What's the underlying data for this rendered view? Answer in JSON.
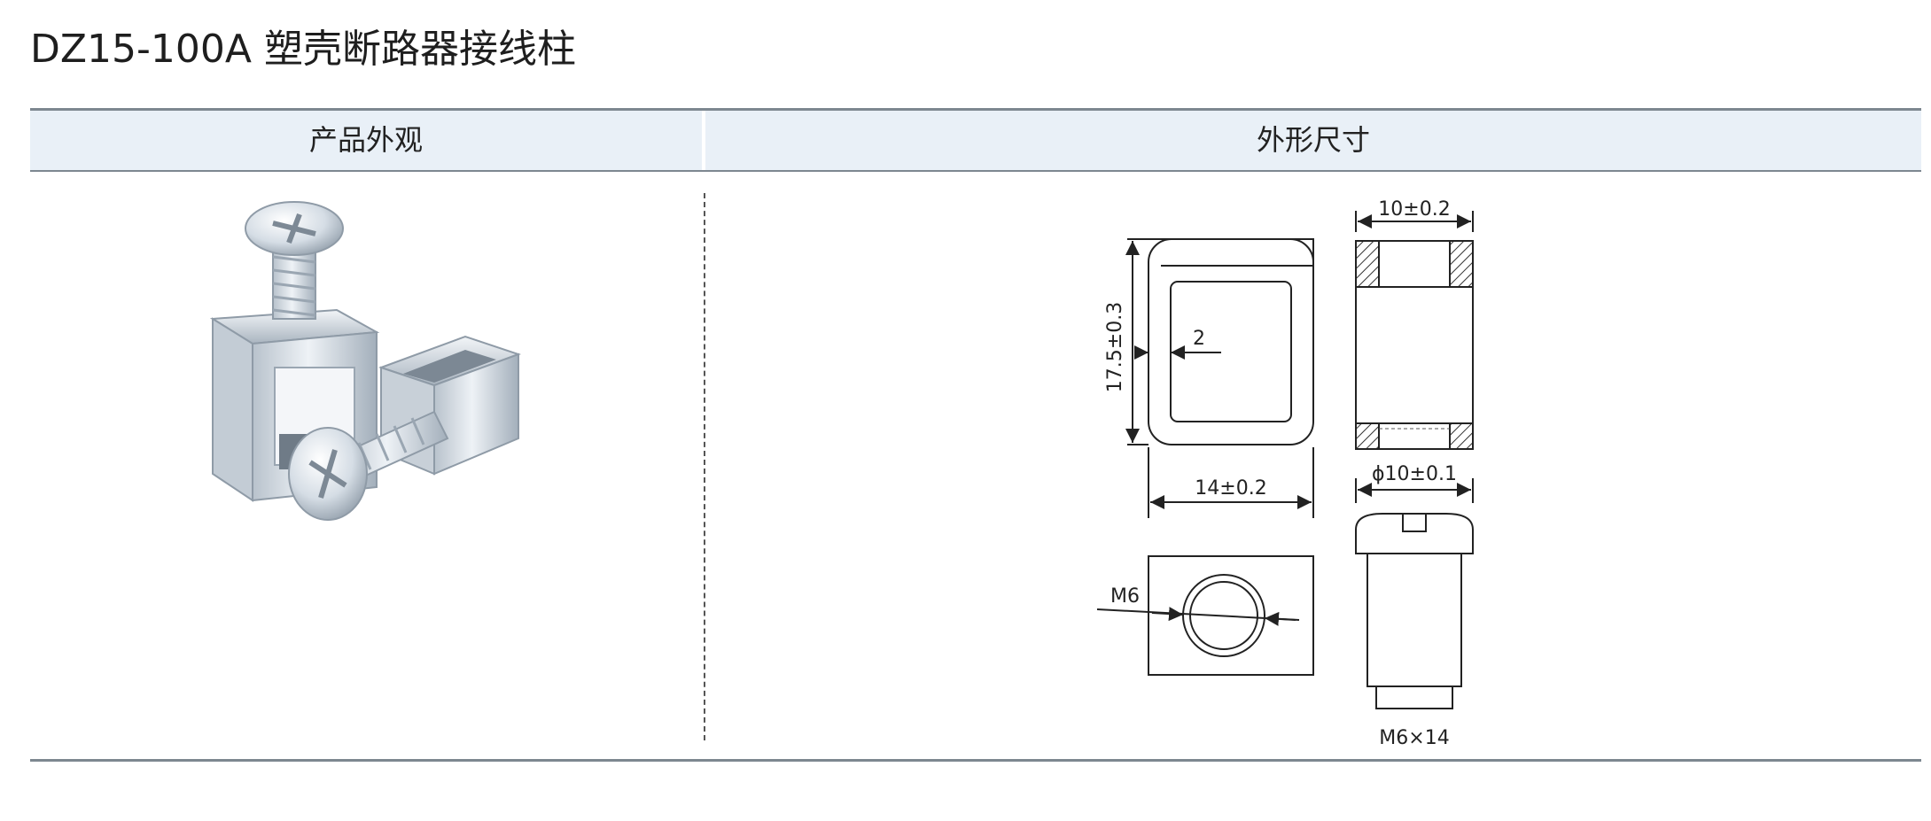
{
  "page": {
    "title": "DZ15-100A 塑壳断路器接线柱"
  },
  "table": {
    "headers": [
      "产品外观",
      "外形尺寸"
    ]
  },
  "drawing": {
    "dim_width_top": "10±0.2",
    "dim_height": "17.5±0.3",
    "dim_wall": "2",
    "dim_width_front": "14±0.2",
    "dim_screw_dia": "ϕ10±0.1",
    "thread_label": "M6",
    "screw_spec": "M6×14"
  },
  "colors": {
    "header_bg": "#e9f0f7",
    "rule": "#7d8790",
    "metal_light": "#e6ecf2",
    "metal_dark": "#9ca8b4"
  }
}
